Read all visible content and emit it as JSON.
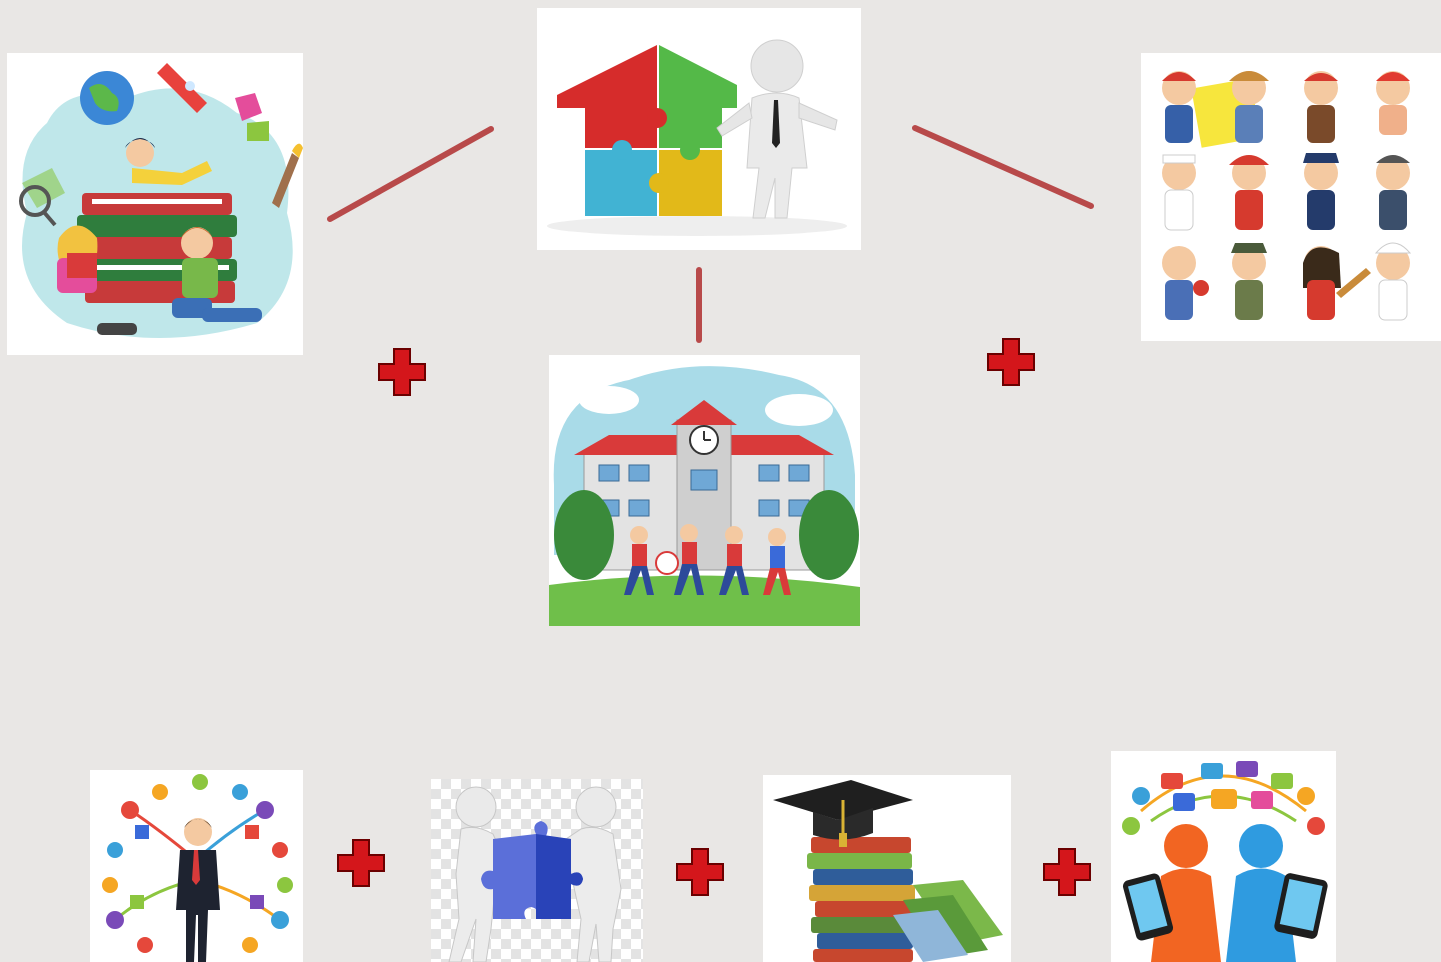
{
  "slide": {
    "background": "#e9e7e5",
    "connector_color": "#b84a4a",
    "plus_color": "#d4161b"
  },
  "images": [
    {
      "id": "children-books",
      "description_icon": "children-reading-books-icon"
    },
    {
      "id": "house-puzzle",
      "description_icon": "puzzle-house-icon"
    },
    {
      "id": "professions",
      "description_icon": "professions-icon"
    },
    {
      "id": "school",
      "description_icon": "school-building-icon"
    },
    {
      "id": "business-network",
      "description_icon": "businessman-network-icon"
    },
    {
      "id": "puzzle-people",
      "description_icon": "people-puzzle-icon"
    },
    {
      "id": "books-graduation",
      "description_icon": "graduation-books-icon"
    },
    {
      "id": "digital-communication",
      "description_icon": "digital-communication-icon"
    }
  ],
  "operators": [
    "plus-icon",
    "plus-icon",
    "plus-icon",
    "plus-icon",
    "plus-icon"
  ]
}
